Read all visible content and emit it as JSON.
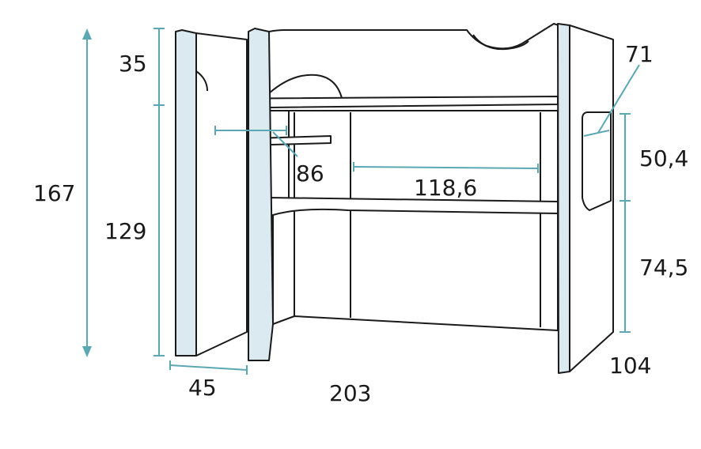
{
  "colors": {
    "dimension_line": "#5aa8b3",
    "panel_face": "#dbe9f1",
    "outline": "#1a1a1a"
  },
  "dimensions": {
    "total_height": "167",
    "top_guard_height": "35",
    "bed_under_height": "129",
    "shelf_depth": "86",
    "desk_width": "118,6",
    "end_opening": "71",
    "upper_opening_height": "50,4",
    "desk_height": "74,5",
    "ladder_depth": "45",
    "total_length": "203",
    "total_depth": "104"
  }
}
